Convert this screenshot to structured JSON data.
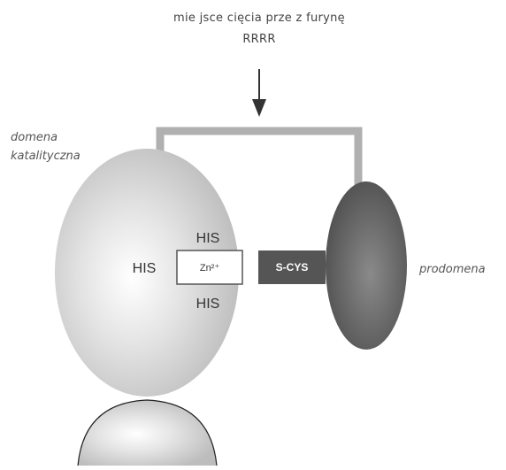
{
  "cleavage_label": {
    "line1": "mie jsce cięcia prze z furynę",
    "line2": "RRRR"
  },
  "catalytic_label": {
    "line1": "domena",
    "line2": "katalityczna"
  },
  "prodomain_label": "prodomena",
  "residues": {
    "his_top": "HIS",
    "his_left": "HIS",
    "his_bottom": "HIS",
    "zinc": "Zn²⁺",
    "cysteine": "S-CYS"
  },
  "colors": {
    "catalytic_domain": "#d6d6d6",
    "prodomain": "#6e6e6e",
    "linker": "#b0b0b0",
    "cys_box": "#555555"
  }
}
